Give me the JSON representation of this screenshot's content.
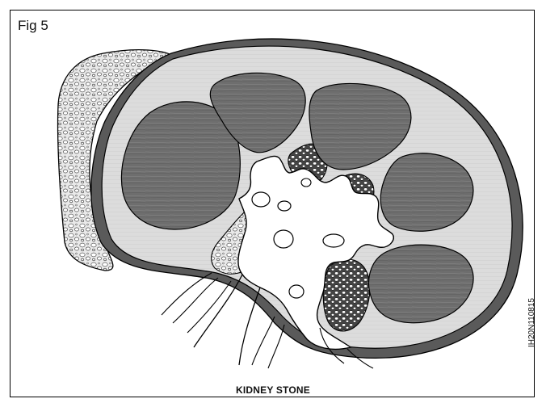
{
  "figure": {
    "label": "Fig 5",
    "caption": "KIDNEY STONE",
    "code": "IH20N110815"
  },
  "colors": {
    "cortex": "#dadada",
    "medulla": "#6e6e6e",
    "capsule": "#5a5a5a",
    "fat": "#cfcfcf",
    "outline": "#000000"
  },
  "icons": {
    "fat-tissue": "stone-pattern",
    "stone": "stone-pattern"
  }
}
